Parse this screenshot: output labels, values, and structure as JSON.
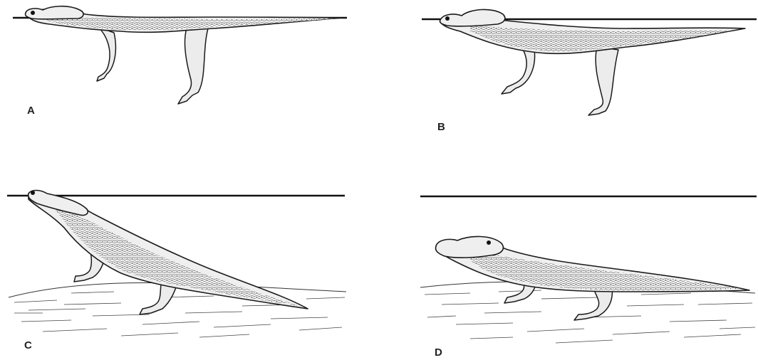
{
  "figure": {
    "panels": [
      {
        "label": "A",
        "water_surface": true,
        "ground": false
      },
      {
        "label": "B",
        "water_surface": true,
        "ground": false
      },
      {
        "label": "C",
        "water_surface": true,
        "ground": true
      },
      {
        "label": "D",
        "water_surface": true,
        "ground": true
      }
    ]
  }
}
